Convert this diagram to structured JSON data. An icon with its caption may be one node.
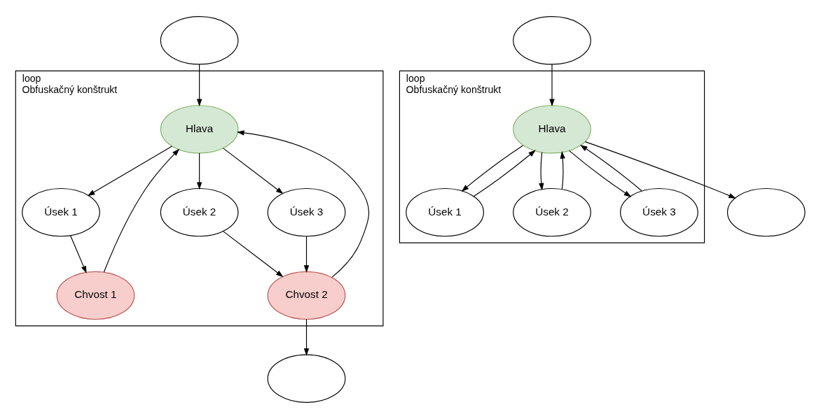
{
  "diagram": {
    "nodes": [
      {
        "text": [],
        "shape": "ellipse"
      },
      {
        "text": [
          "loop",
          "Obfuskačný konštrukt"
        ]
      },
      {
        "text": [
          "Hlava"
        ],
        "in": 1
      },
      {
        "text": [
          "Úsek 1"
        ],
        "in": 1
      },
      {
        "text": [
          "Úsek 2"
        ],
        "in": 1
      },
      {
        "text": [
          "Úsek 3"
        ],
        "in": 1
      },
      {
        "text": [
          "Chvost 1"
        ],
        "in": 1
      },
      {
        "text": [
          "Chvost 2"
        ],
        "in": 1
      },
      {
        "text": [],
        "shape": "ellipse"
      },
      {
        "text": [],
        "shape": "ellipse"
      },
      {
        "text": [
          "loop",
          "Obfuskačný konštrukt"
        ]
      },
      {
        "text": [
          "Hlava"
        ],
        "in": 10
      },
      {
        "text": [
          "Úsek 1"
        ],
        "in": 10
      },
      {
        "text": [
          "Úsek 2"
        ],
        "in": 10
      },
      {
        "text": [
          "Úsek 3"
        ],
        "in": 10
      },
      {
        "text": [],
        "shape": "ellipse"
      }
    ],
    "edges": [
      {
        "from": 0,
        "to": 2,
        "arrow": "to"
      },
      {
        "from": 2,
        "to": 3,
        "arrow": "to"
      },
      {
        "from": 2,
        "to": 4,
        "arrow": "to"
      },
      {
        "from": 2,
        "to": 5,
        "arrow": "to"
      },
      {
        "from": 3,
        "to": 6,
        "arrow": "to"
      },
      {
        "from": 6,
        "to": 2,
        "arrow": "to"
      },
      {
        "from": 4,
        "to": 7,
        "arrow": "to"
      },
      {
        "from": 5,
        "to": 7,
        "arrow": "to"
      },
      {
        "from": 7,
        "to": 2,
        "arrow": "to"
      },
      {
        "from": 7,
        "to": 8,
        "arrow": "to"
      },
      {
        "from": 9,
        "to": 11,
        "arrow": "to"
      },
      {
        "from": 11,
        "to": 12,
        "arrow": "to"
      },
      {
        "from": 12,
        "to": 11,
        "arrow": "to"
      },
      {
        "from": 11,
        "to": 13,
        "arrow": "to"
      },
      {
        "from": 13,
        "to": 11,
        "arrow": "to"
      },
      {
        "from": 11,
        "to": 14,
        "arrow": "to"
      },
      {
        "from": 14,
        "to": 11,
        "arrow": "to"
      },
      {
        "from": 11,
        "to": 15,
        "arrow": "to"
      }
    ]
  }
}
